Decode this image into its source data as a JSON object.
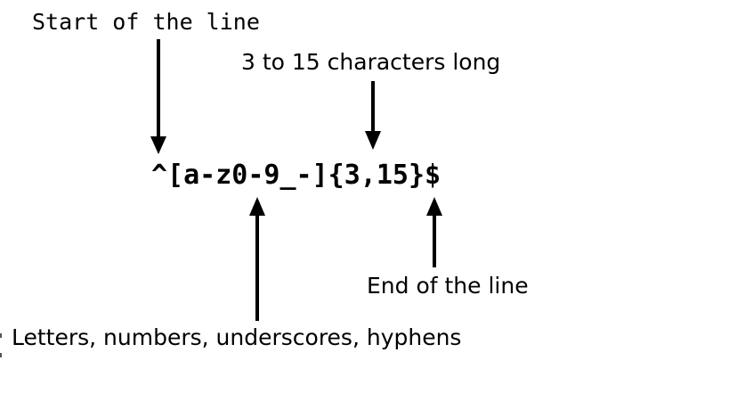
{
  "diagram": {
    "regex": "^[a-z0-9_-]{3,15}$",
    "annotations": [
      {
        "id": "start",
        "label": "Start of the line",
        "points_to": "^",
        "arrow_direction": "down"
      },
      {
        "id": "length",
        "label": "3 to 15 characters long",
        "points_to": "{3,15}",
        "arrow_direction": "down"
      },
      {
        "id": "end",
        "label": "End of the line",
        "points_to": "$",
        "arrow_direction": "up"
      },
      {
        "id": "charset",
        "label": "Letters, numbers, underscores, hyphens",
        "points_to": "[a-z0-9_-]",
        "arrow_direction": "up"
      }
    ],
    "colors": {
      "foreground": "#000000",
      "background": "#ffffff"
    }
  }
}
